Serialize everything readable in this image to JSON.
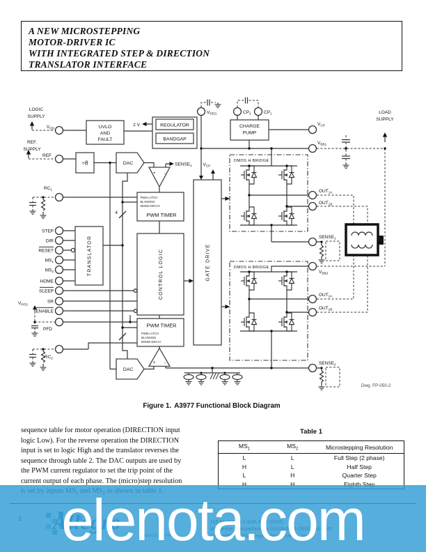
{
  "title": {
    "lines": [
      "A NEW MICROSTEPPING",
      "MOTOR-DRIVER IC",
      "WITH INTEGRATED STEP & DIRECTION",
      "TRANSLATOR INTERFACE"
    ]
  },
  "diagram": {
    "supplies": {
      "logic": [
        "LOGIC",
        "SUPPLY"
      ],
      "ref": [
        "REF.",
        "SUPPLY"
      ],
      "load": [
        "LOAD",
        "SUPPLY"
      ]
    },
    "pins": {
      "vdd": {
        "m": "V",
        "s": "DD"
      },
      "ref": {
        "m": "REF",
        "s": ""
      },
      "rc1": {
        "m": "RC",
        "s": "1"
      },
      "step": {
        "m": "STEP",
        "s": ""
      },
      "dir": {
        "m": "DIR",
        "s": ""
      },
      "reset": {
        "m": "RESET",
        "s": ""
      },
      "ms1": {
        "m": "MS",
        "s": "1"
      },
      "ms2": {
        "m": "MS",
        "s": "2"
      },
      "home": {
        "m": "HOME",
        "s": ""
      },
      "sleep": {
        "m": "SLEEP",
        "s": ""
      },
      "sr": {
        "m": "SR",
        "s": ""
      },
      "enable": {
        "m": "ENABLE",
        "s": ""
      },
      "vpfd": {
        "m": "V",
        "s": "PFD"
      },
      "pfd": {
        "m": "PFD",
        "s": ""
      },
      "rc2": {
        "m": "RC",
        "s": "2"
      },
      "vreg": {
        "m": "V",
        "s": "REG"
      },
      "cp2": {
        "m": "CP",
        "s": "2"
      },
      "cp1": {
        "m": "CP",
        "s": "1"
      },
      "vcp": {
        "m": "V",
        "s": "CP"
      },
      "vbb1": {
        "m": "V",
        "s": "BB1"
      },
      "out1a": {
        "m": "OUT",
        "s": "1A"
      },
      "out1b": {
        "m": "OUT",
        "s": "1B"
      },
      "sense1": {
        "m": "SENSE",
        "s": "1"
      },
      "vbb2": {
        "m": "V",
        "s": "BB2"
      },
      "out2a": {
        "m": "OUT",
        "s": "2A"
      },
      "out2b": {
        "m": "OUT",
        "s": "2B"
      },
      "sense2": {
        "m": "SENSE",
        "s": "2"
      },
      "vcp_gate": {
        "m": "V",
        "s": "CP"
      },
      "sense1_cmp": {
        "m": "SENSE",
        "s": "1"
      }
    },
    "blocks": {
      "uvlo": [
        "UVLO",
        "AND",
        "FAULT"
      ],
      "regulator": "REGULATOR",
      "bandgap": "BANDGAP",
      "charge_pump": [
        "CHARGE",
        "PUMP"
      ],
      "div8": "÷8",
      "dac": "DAC",
      "translator": "TRANSLATOR",
      "control_logic": "CONTROL LOGIC",
      "gate_drive": "GATE DRIVE",
      "pwm_timer": "PWM TIMER",
      "pwm_detail": [
        "PWM LATCH",
        "BLANKING",
        "MIXED DECAY"
      ],
      "hbridge": "DMOS H BRIDGE"
    },
    "annotations": {
      "two_v": "2 V",
      "bus_width": "4",
      "dwg_number": "Dwg. FP-050-2"
    }
  },
  "caption": {
    "figure": "Figure 1.",
    "text": "A3977 Functional Block Diagram"
  },
  "body": {
    "lines": [
      "sequence table for motor operation (DIRECTION input",
      "logic Low). For the reverse operation the DIRECTION",
      "input is set to logic High and the translator reverses the",
      "sequence through table 2.  The DAC outputs are used by",
      "the PWM current regulator to set the trip point of the",
      "current output of each phase.  The (micro)step resolution"
    ],
    "last_line": {
      "parts": [
        "is set by inputs MS",
        "1",
        " and MS",
        "2",
        " as shown in table 1."
      ]
    }
  },
  "table": {
    "title": "Table 1",
    "headers": {
      "col1": {
        "m": "MS",
        "s": "1"
      },
      "col2": {
        "m": "MS",
        "s": "2"
      },
      "col3": "Microstepping Resolution"
    },
    "rows": [
      [
        "L",
        "L",
        "Full Step (2 phase)"
      ],
      [
        "H",
        "L",
        "Half Step"
      ],
      [
        "L",
        "H",
        "Quarter Step"
      ],
      [
        "H",
        "H",
        "Eighth Step"
      ]
    ]
  },
  "footer": {
    "page_number": "2",
    "logo": {
      "name": "Allegro",
      "tagline": "MicroSystems, Inc."
    },
    "address": [
      "115 Northeast Cutoff, Box 15036",
      "Worcester, Massachusetts 01615-0036 (508) 853-5000",
      "Copyright © 2001 Allegro MicroSystems, Inc."
    ]
  },
  "watermark": {
    "text": "elenota.com"
  },
  "colors": {
    "watermark_blue": "#349FD5",
    "logo_blue": "#2E6CB0"
  }
}
